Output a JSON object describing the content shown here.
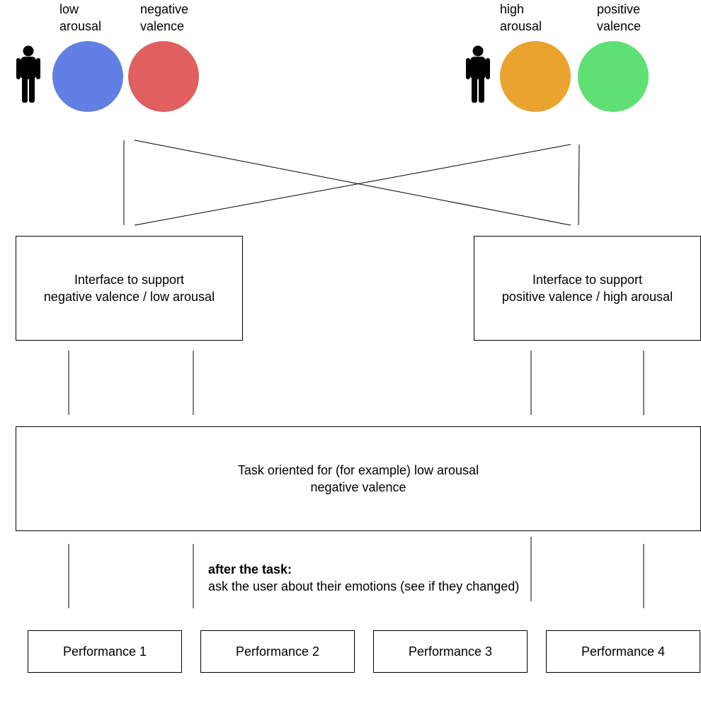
{
  "user_groups": [
    {
      "labels": [
        {
          "text": "low\narousal",
          "color": "#627fe3"
        },
        {
          "text": "negative\nvalence",
          "color": "#e06060"
        }
      ]
    },
    {
      "labels": [
        {
          "text": "high\narousal",
          "color": "#eba32f"
        },
        {
          "text": "positive\nvalence",
          "color": "#5fe074"
        }
      ]
    }
  ],
  "interfaces": {
    "left": "Interface to support\nnegative valence / low arousal",
    "right": "Interface to support\npositive valence / high arousal"
  },
  "task": "Task oriented for (for example) low arousal\nnegative valence",
  "note": {
    "heading": "after the task:",
    "body": "ask the user about their emotions (see if they changed)"
  },
  "performances": [
    "Performance 1",
    "Performance 2",
    "Performance 3",
    "Performance 4"
  ],
  "icons": [
    "person-icon"
  ]
}
